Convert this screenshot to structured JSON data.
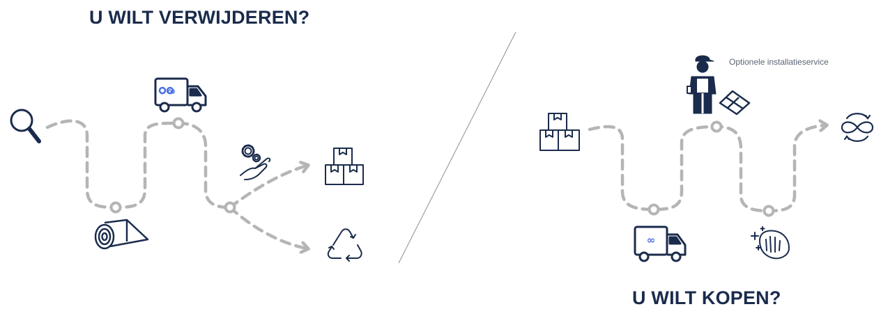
{
  "headings": {
    "remove": "U WILT VERWIJDEREN?",
    "buy": "U WILT KOPEN?"
  },
  "captions": {
    "installation": "Optionele installatieservice"
  },
  "colors": {
    "navy": "#1a2b4c",
    "path_gray": "#b5b5b5",
    "accent_blue": "#4a6fe3"
  },
  "icons": {
    "remove_flow": [
      "search-icon",
      "carpet-roll-icon",
      "delivery-truck-icon",
      "gear-hand-icon",
      "boxes-icon",
      "recycle-icon"
    ],
    "buy_flow": [
      "boxes-icon",
      "delivery-truck-icon",
      "installer-worker-icon",
      "tiles-icon",
      "cleaning-hand-icon",
      "infinity-cycle-icon"
    ]
  }
}
